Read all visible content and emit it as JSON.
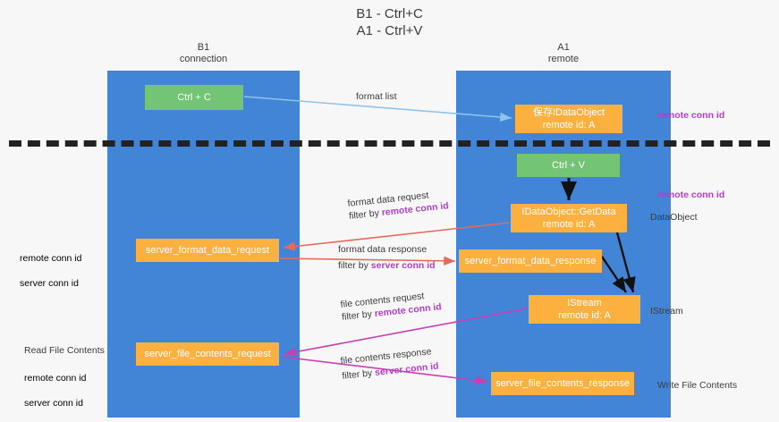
{
  "title": "B1 - Ctrl+C\nA1 - Ctrl+V",
  "lanes": {
    "b1": {
      "label": "B1\nconnection",
      "color": "#4285d6"
    },
    "a1": {
      "label": "A1\nremote",
      "color": "#4285d6"
    }
  },
  "colors": {
    "lane": "#4285d6",
    "green_node": "#74c476",
    "orange_node": "#fbb040",
    "purple_text": "#b23fc8",
    "green_text": "#6cbf6c",
    "arrow_blue": "#8fc4ea",
    "arrow_red": "#e8685a",
    "arrow_magenta": "#c83fb4",
    "arrow_black": "#111111",
    "divider": "#222222",
    "background": "#f7f7f7"
  },
  "nodes": {
    "ctrl_c": "Ctrl + C",
    "ctrl_v": "Ctrl + V",
    "save_idataobject": "保存IDataObject\nremote id: A",
    "getdata": "IDataObject::GetData\nremote id: A",
    "istream": "IStream\nremote id: A",
    "server_format_data_request": "server_format_data_request",
    "server_format_data_response": "server_format_data_response",
    "server_file_contents_request": "server_file_contents_request",
    "server_file_contents_response": "server_file_contents_response"
  },
  "annotations": {
    "remote_conn_id_top": "remote conn id",
    "remote_conn_id_mid": "remote conn id",
    "dataobject": "DataObject",
    "istream": "IStream",
    "write_file_contents": "Write File Contents",
    "left_remote_conn_id": "remote conn id",
    "left_server_conn_id": "server conn id",
    "read_file_contents": "Read File Contents",
    "left_remote_conn_id_2": "remote conn id",
    "left_server_conn_id_2": "server conn id"
  },
  "arrow_labels": {
    "format_list": "format list",
    "format_data_request": "format data request",
    "format_data_request_filter_prefix": "filter by ",
    "format_data_request_filter_key": "remote conn id",
    "format_data_response": "format data response",
    "format_data_response_filter_prefix": "filter by ",
    "format_data_response_filter_key": "server conn id",
    "file_contents_request": "file contents request",
    "file_contents_request_filter_prefix": "filter by ",
    "file_contents_request_filter_key": "remote conn id",
    "file_contents_response": "file contents response",
    "file_contents_response_filter_prefix": "filter by ",
    "file_contents_response_filter_key": "server conn id"
  }
}
